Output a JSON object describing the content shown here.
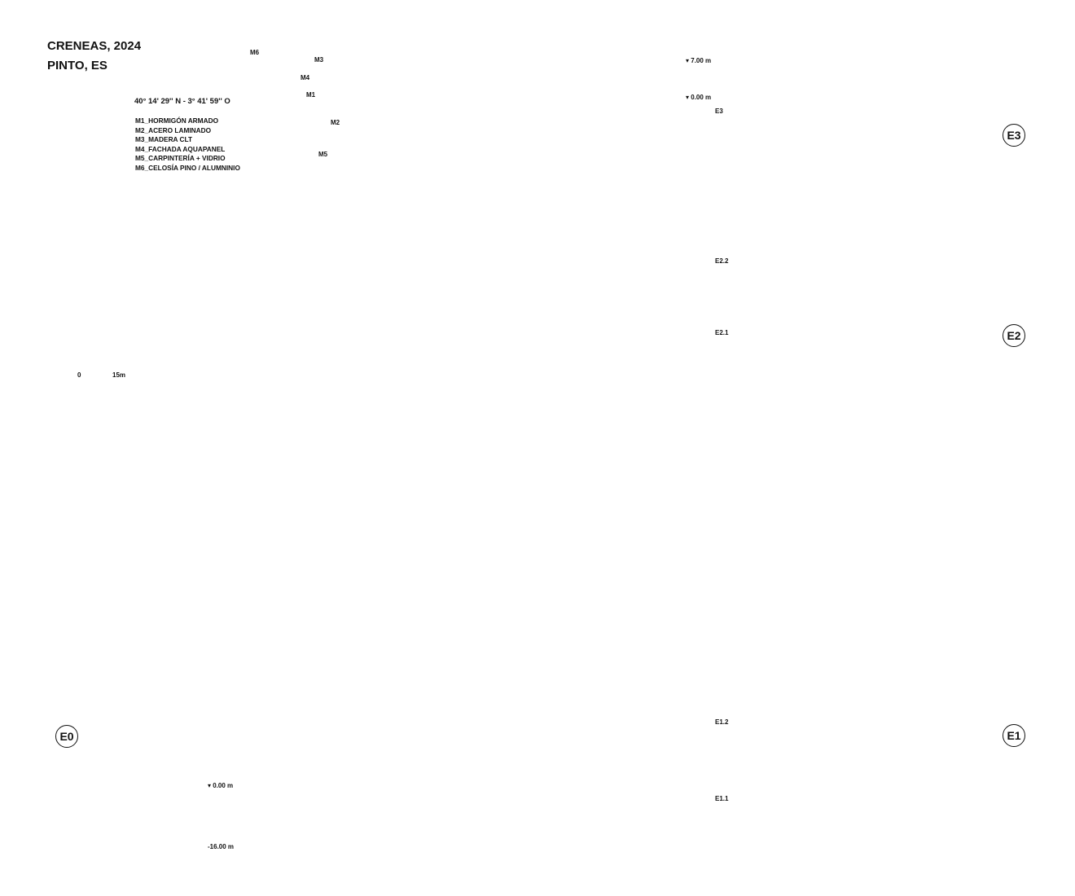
{
  "project": {
    "title": "CRENEAS, 2024",
    "location": "PINTO, ES",
    "coordinates": "40° 14' 29'' N - 3° 41' 59'' O"
  },
  "materials_legend": [
    "M1_HORMIGÓN ARMADO",
    "M2_ACERO LAMINADO",
    "M3_MADERA CLT",
    "M4_FACHADA AQUAPANEL",
    "M5_CARPINTERÍA + VIDRIO",
    "M6_CELOSÍA PINO / ALUMNINIO"
  ],
  "map_markers": [
    "M6",
    "M3",
    "M4",
    "M1",
    "M2",
    "M5"
  ],
  "scale_bar": {
    "start": "0",
    "end": "15m"
  },
  "stages": [
    "E0",
    "E1",
    "E2",
    "E3"
  ],
  "section_labels": {
    "top_level": "▾ 7.00 m",
    "ground_level": "▾ 0.00 m",
    "e3": "E3",
    "e22": "E2.2",
    "e21": "E2.1",
    "e12": "E1.2",
    "e11": "E1.1",
    "excavation_top": "▾ 0.00 m",
    "excavation_bottom": "-16.00 m"
  },
  "colors": {
    "timber": "#d8b66a",
    "dark": "#111111",
    "ground": "#bdbdbd"
  }
}
